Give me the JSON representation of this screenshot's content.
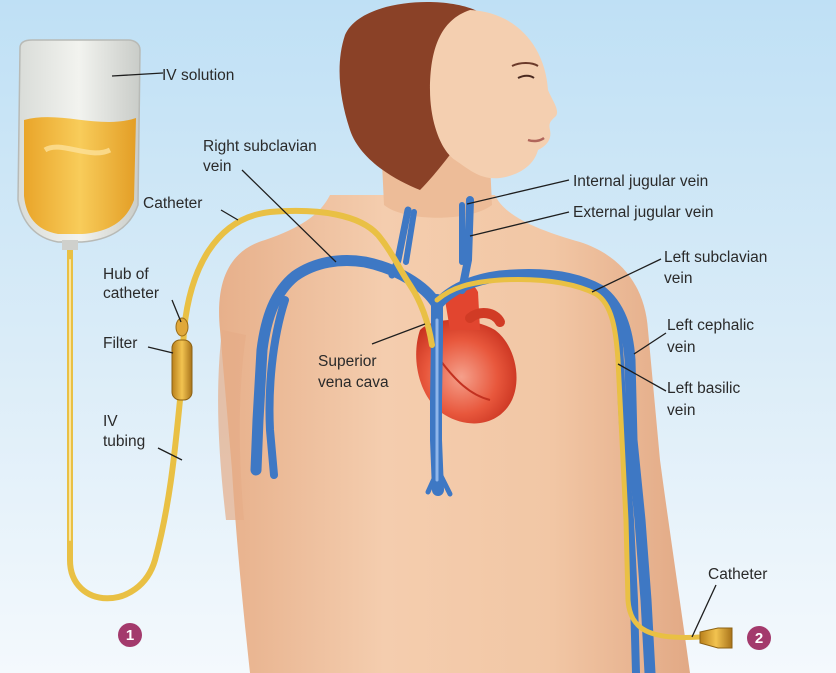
{
  "labels": {
    "iv_solution": "IV solution",
    "right_subclavian_1": "Right subclavian",
    "right_subclavian_2": "vein",
    "catheter_top": "Catheter",
    "hub_1": "Hub of",
    "hub_2": "catheter",
    "filter": "Filter",
    "iv_tubing_1": "IV",
    "iv_tubing_2": "tubing",
    "internal_jugular": "Internal jugular vein",
    "external_jugular": "External jugular vein",
    "left_subclavian_1": "Left subclavian",
    "left_subclavian_2": "vein",
    "left_cephalic_1": "Left cephalic",
    "left_cephalic_2": "vein",
    "left_basilic_1": "Left basilic",
    "left_basilic_2": "vein",
    "svc_1": "Superior",
    "svc_2": "vena cava",
    "catheter_bottom": "Catheter"
  },
  "markers": {
    "one": "1",
    "two": "2"
  },
  "colors": {
    "background_top": "#bfe0f5",
    "background_bottom": "#f4f9fd",
    "skin": "#f1c6a3",
    "hair": "#8a4127",
    "vein": "#3e78c4",
    "tubing": "#e9c044",
    "heart": "#e2452f",
    "marker": "#a33a6c"
  }
}
